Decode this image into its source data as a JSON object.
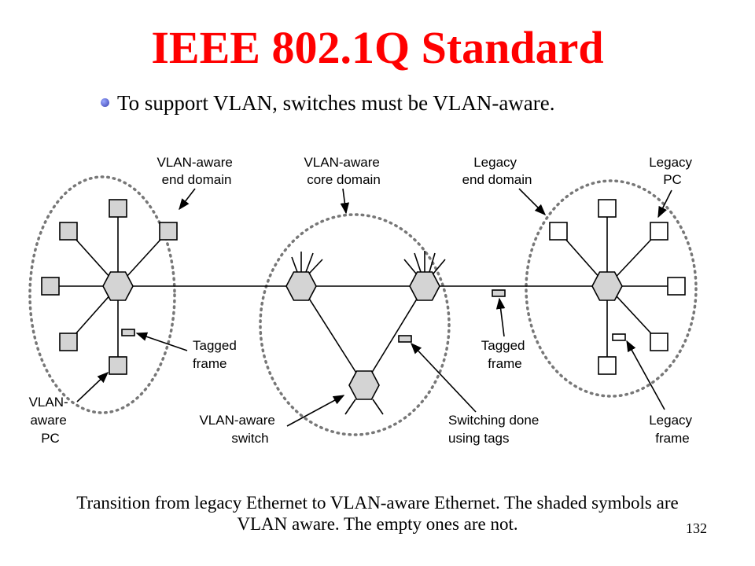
{
  "slide": {
    "title": "IEEE 802.1Q Standard",
    "bullet": "To support VLAN, switches must be VLAN-aware.",
    "caption_line1": "Transition from legacy Ethernet to VLAN-aware Ethernet. The shaded symbols are",
    "caption_line2": "VLAN aware.  The empty ones are not.",
    "page_number": "132"
  },
  "diagram": {
    "colors": {
      "aware_fill": "#d4d4d4",
      "legacy_fill": "#ffffff",
      "stroke": "#000000",
      "domain_border": "#777777"
    },
    "labels": {
      "vlan_aware_end_domain": [
        "VLAN-aware",
        "end domain"
      ],
      "vlan_aware_core_domain": [
        "VLAN-aware",
        "core domain"
      ],
      "legacy_end_domain": [
        "Legacy",
        "end domain"
      ],
      "legacy_pc": [
        "Legacy",
        "PC"
      ],
      "tagged_frame_left": [
        "Tagged",
        "frame"
      ],
      "tagged_frame_right": [
        "Tagged",
        "frame"
      ],
      "vlan_aware_pc": [
        "VLAN-",
        "aware",
        "PC"
      ],
      "vlan_aware_switch": [
        "VLAN-aware",
        "switch"
      ],
      "switching_done": [
        "Switching done",
        "using tags"
      ],
      "legacy_frame": [
        "Legacy",
        "frame"
      ]
    }
  }
}
